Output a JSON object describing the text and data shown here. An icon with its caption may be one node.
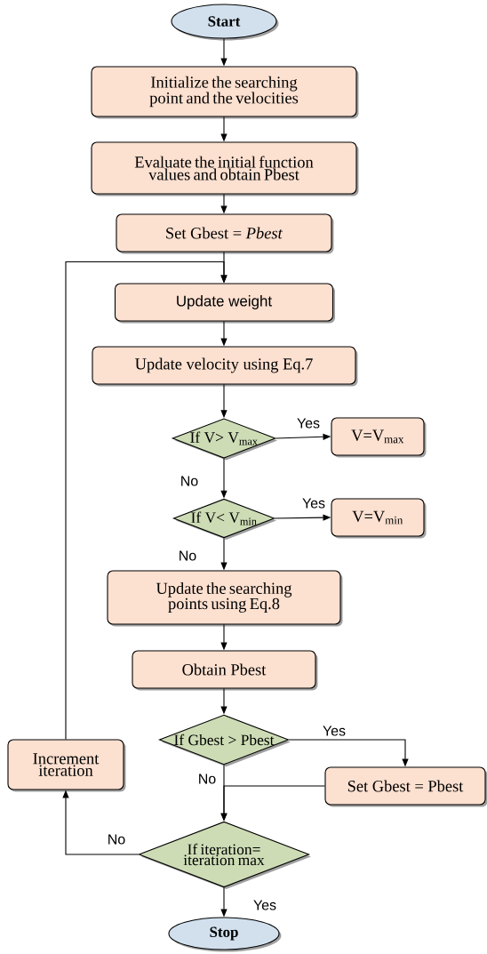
{
  "diagram": {
    "nodes": [
      {
        "text": [
          "Start"
        ]
      },
      {
        "text": [
          "Initialize the searching point and the velocities"
        ]
      },
      {
        "text": [
          "Evaluate the initial function values and obtain Pbest"
        ]
      },
      {
        "text": [
          "Set Gbest = *Pbest*"
        ]
      },
      {
        "text": [
          "Update weight"
        ]
      },
      {
        "text": [
          "Update velocity using Eq.7"
        ]
      },
      {
        "text": [
          "If V> V$_{max}$"
        ]
      },
      {
        "text": [
          "V=V$_{max}$"
        ]
      },
      {
        "text": [
          "If V< V$_{min}$"
        ]
      },
      {
        "text": [
          "V=V$_{min}$"
        ]
      },
      {
        "text": [
          "Update the searching points using Eq.8"
        ]
      },
      {
        "text": [
          "Obtain Pbest"
        ]
      },
      {
        "text": [
          "If Gbest > Pbest"
        ]
      },
      {
        "text": [
          "Set Gbest = Pbest"
        ]
      },
      {
        "text": [
          "Increment iteration"
        ]
      },
      {
        "text": [
          "If iteration= iteration max"
        ]
      },
      {
        "text": [
          "Stop"
        ]
      }
    ],
    "edges": [
      {
        "from": 0,
        "to": 1,
        "arrow": "to"
      },
      {
        "from": 1,
        "to": 2,
        "arrow": "to"
      },
      {
        "from": 2,
        "to": 3,
        "arrow": "to"
      },
      {
        "from": 3,
        "to": 4,
        "arrow": "to"
      },
      {
        "from": 4,
        "to": 5,
        "arrow": "to"
      },
      {
        "from": 5,
        "to": 6,
        "arrow": "to"
      },
      {
        "from": 6,
        "to": 7,
        "arrow": "to",
        "label": "Yes"
      },
      {
        "from": 6,
        "to": 8,
        "arrow": "to",
        "label": "No"
      },
      {
        "from": 8,
        "to": 9,
        "arrow": "to",
        "label": "Yes"
      },
      {
        "from": 8,
        "to": 10,
        "arrow": "to",
        "label": "No"
      },
      {
        "from": 10,
        "to": 11,
        "arrow": "to"
      },
      {
        "from": 11,
        "to": 12,
        "arrow": "to"
      },
      {
        "from": 12,
        "to": 13,
        "arrow": "to",
        "label": "Yes"
      },
      {
        "from": 12,
        "to": 15,
        "arrow": "to",
        "label": "No"
      },
      {
        "from": 13,
        "to": 15,
        "arrow": "to"
      },
      {
        "from": 15,
        "to": 14,
        "arrow": "to",
        "label": "No"
      },
      {
        "from": 14,
        "to": 4,
        "arrow": "to"
      },
      {
        "from": 15,
        "to": 16,
        "arrow": "to",
        "label": "Yes"
      }
    ]
  }
}
